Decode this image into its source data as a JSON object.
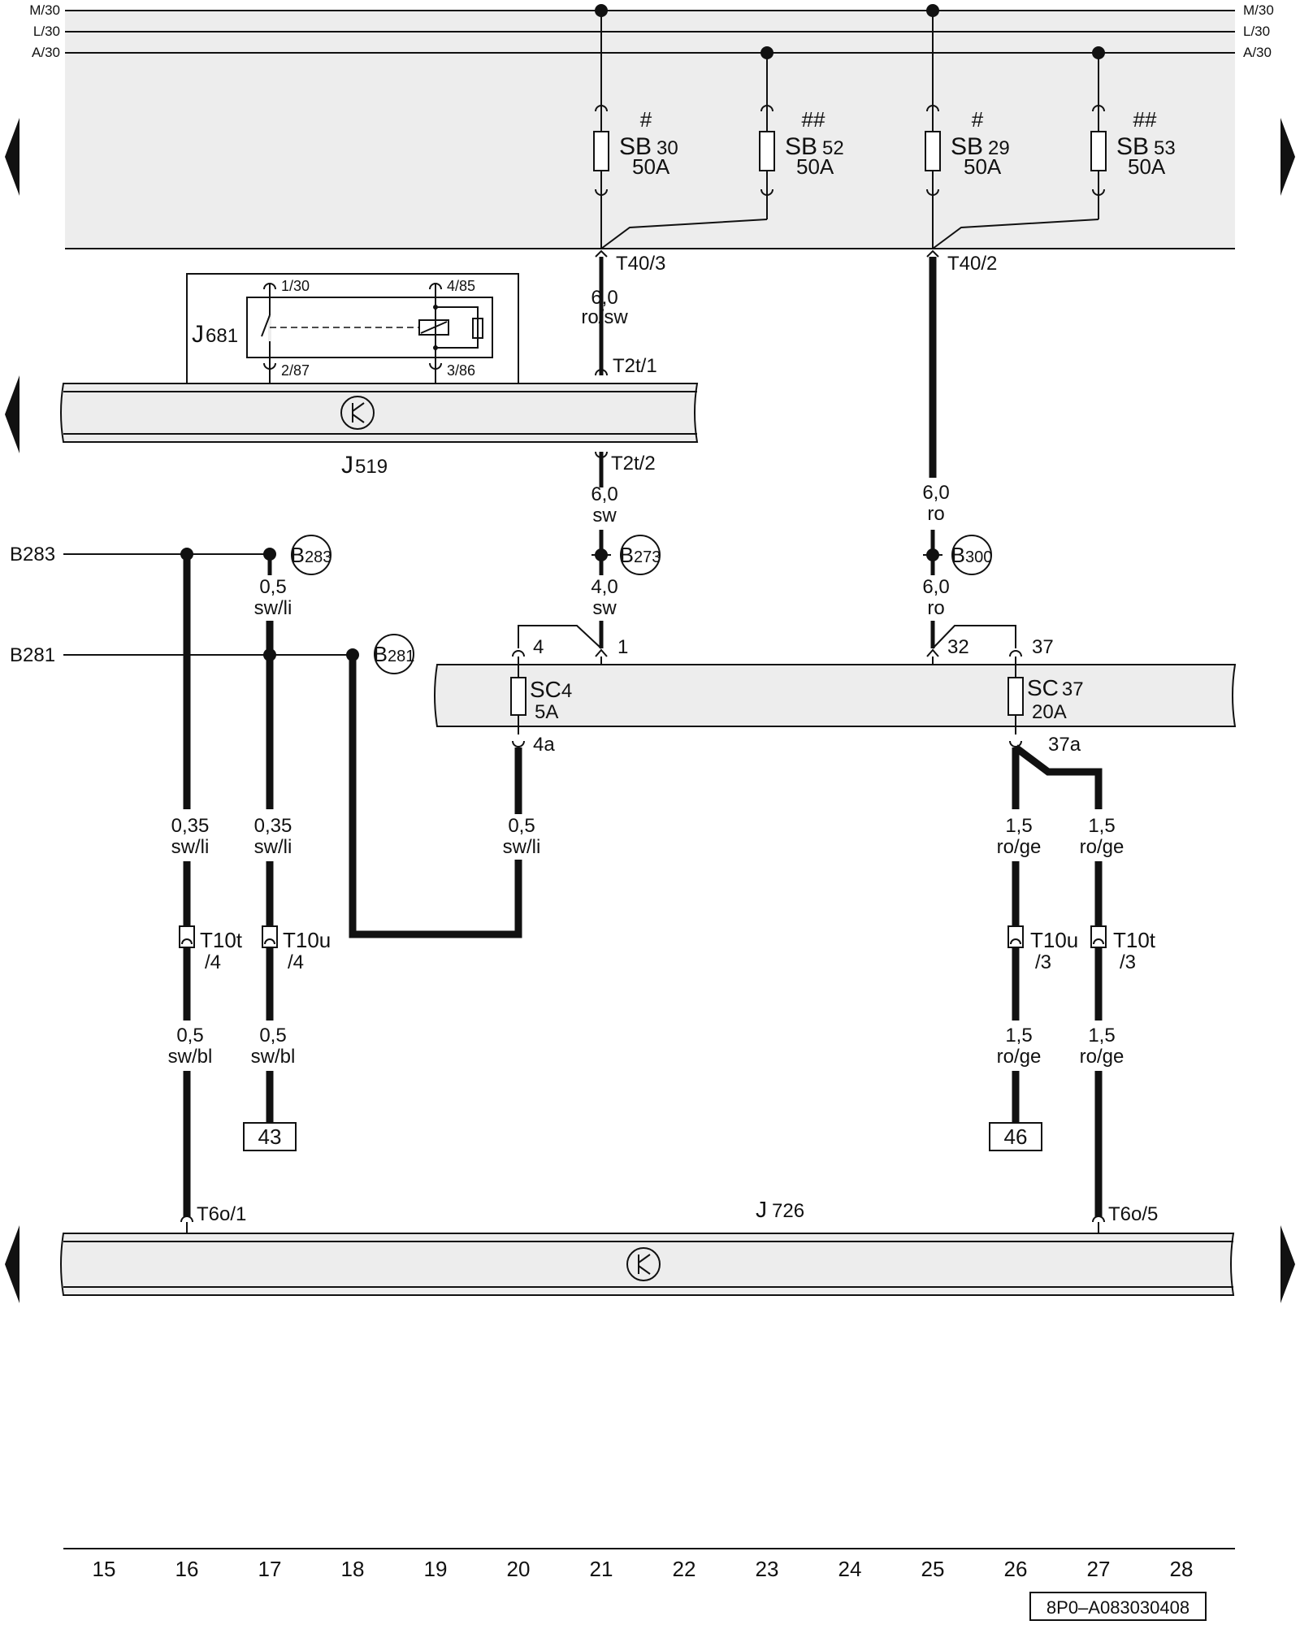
{
  "rails": {
    "rail1": "M/30",
    "rail2": "L/30",
    "rail3": "A/30"
  },
  "fuses": {
    "sb30": {
      "mark": "#",
      "prefix": "SB",
      "num": "30",
      "rating": "50A"
    },
    "sb52": {
      "mark": "##",
      "prefix": "SB",
      "num": "52",
      "rating": "50A"
    },
    "sb29": {
      "mark": "#",
      "prefix": "SB",
      "num": "29",
      "rating": "50A"
    },
    "sb53": {
      "mark": "##",
      "prefix": "SB",
      "num": "53",
      "rating": "50A"
    },
    "sc4": {
      "prefix": "SC",
      "num": "4",
      "rating": "5A"
    },
    "sc37": {
      "prefix": "SC",
      "num": "37",
      "rating": "20A"
    }
  },
  "components": {
    "j681": {
      "letter": "J",
      "num": "681"
    },
    "j519": {
      "letter": "J",
      "num": "519"
    },
    "j726": {
      "letter": "J",
      "num": "726"
    }
  },
  "pins": {
    "p130": "1/30",
    "p485": "4/85",
    "p287": "2/87",
    "p386": "3/86",
    "t40_3": "T40/3",
    "t40_2": "T40/2",
    "t2t_1": "T2t/1",
    "t2t_2": "T2t/2",
    "sc_4": "4",
    "sc_1": "1",
    "sc_32": "32",
    "sc_37": "37",
    "sc_4a": "4a",
    "sc_37a": "37a",
    "t6o_1": "T6o/1",
    "t6o_5": "T6o/5"
  },
  "connectors": {
    "t10t_a": {
      "name": "T10t",
      "pin": "/4"
    },
    "t10u_a": {
      "name": "T10u",
      "pin": "/4"
    },
    "t10u_b": {
      "name": "T10u",
      "pin": "/3"
    },
    "t10t_b": {
      "name": "T10t",
      "pin": "/3"
    }
  },
  "wires": {
    "w_rosw": {
      "size": "6,0",
      "color": "ro/sw"
    },
    "w_sw60": {
      "size": "6,0",
      "color": "sw"
    },
    "w_sw40": {
      "size": "4,0",
      "color": "sw"
    },
    "w_ro60a": {
      "size": "6,0",
      "color": "ro"
    },
    "w_ro60b": {
      "size": "6,0",
      "color": "ro"
    },
    "w_swli05a": {
      "size": "0,5",
      "color": "sw/li"
    },
    "w_swli035a": {
      "size": "0,35",
      "color": "sw/li"
    },
    "w_swli035b": {
      "size": "0,35",
      "color": "sw/li"
    },
    "w_swli05b": {
      "size": "0,5",
      "color": "sw/li"
    },
    "w_roge_a": {
      "size": "1,5",
      "color": "ro/ge"
    },
    "w_roge_b": {
      "size": "1,5",
      "color": "ro/ge"
    },
    "w_swbl_a": {
      "size": "0,5",
      "color": "sw/bl"
    },
    "w_swbl_b": {
      "size": "0,5",
      "color": "sw/bl"
    },
    "w_roge_c": {
      "size": "1,5",
      "color": "ro/ge"
    },
    "w_roge_d": {
      "size": "1,5",
      "color": "ro/ge"
    }
  },
  "splices": {
    "b283": {
      "letter": "B",
      "num": "283"
    },
    "b273": {
      "letter": "B",
      "num": "273"
    },
    "b300": {
      "letter": "B",
      "num": "300"
    },
    "b281": {
      "letter": "B",
      "num": "281"
    }
  },
  "side_labels": {
    "b283": "B283",
    "b281": "B281"
  },
  "references": {
    "ref43": "43",
    "ref46": "46"
  },
  "tracks": [
    "15",
    "16",
    "17",
    "18",
    "19",
    "20",
    "21",
    "22",
    "23",
    "24",
    "25",
    "26",
    "27",
    "28"
  ],
  "diagram_code": "8P0–A083030408"
}
